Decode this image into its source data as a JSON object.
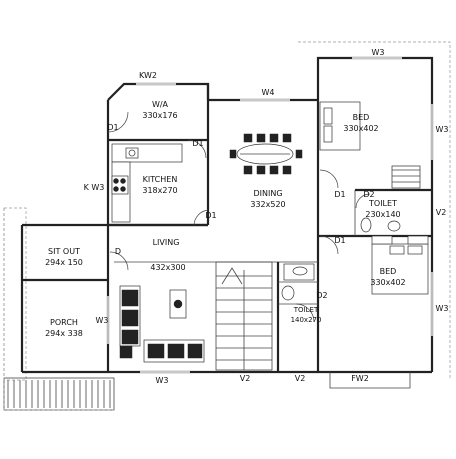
{
  "rooms": {
    "wa": {
      "name": "W/A",
      "size": "330x176"
    },
    "kitchen": {
      "name": "KITCHEN",
      "size": "318x270"
    },
    "dining": {
      "name": "DINING",
      "size": "332x520"
    },
    "bed_top": {
      "name": "BED",
      "size": "330x402"
    },
    "toilet_right": {
      "name": "TOILET",
      "size": "230x140"
    },
    "bed_bottom": {
      "name": "BED",
      "size": "330x402"
    },
    "sit_out": {
      "name": "SIT OUT",
      "size": "294x 150"
    },
    "living": {
      "name": "LIVING",
      "size": "432x300"
    },
    "porch": {
      "name": "PORCH",
      "size": "294x 338"
    },
    "toilet_bottom": {
      "name": "TOILET",
      "size": "140x270"
    }
  },
  "openings": {
    "kw2": "KW2",
    "w4": "W4",
    "w3_top": "W3",
    "w3_right_top": "W3",
    "w3_right_bottom": "W3",
    "v2_right": "V2",
    "kw3": "K W3",
    "w3_living": "W3",
    "w3_bottom": "W3",
    "v2_bottom_left": "V2",
    "v2_bottom_right": "V2",
    "fw2": "FW2"
  },
  "doors": {
    "d1_wa": "D1",
    "d1_kitchen": "D1",
    "d1_dining_bottom": "D1",
    "d1_bed_top": "D1",
    "d2_toilet": "D2",
    "d1_bed_bottom": "D1",
    "d2_toilet_bottom": "D2",
    "d_sitout": "D"
  }
}
